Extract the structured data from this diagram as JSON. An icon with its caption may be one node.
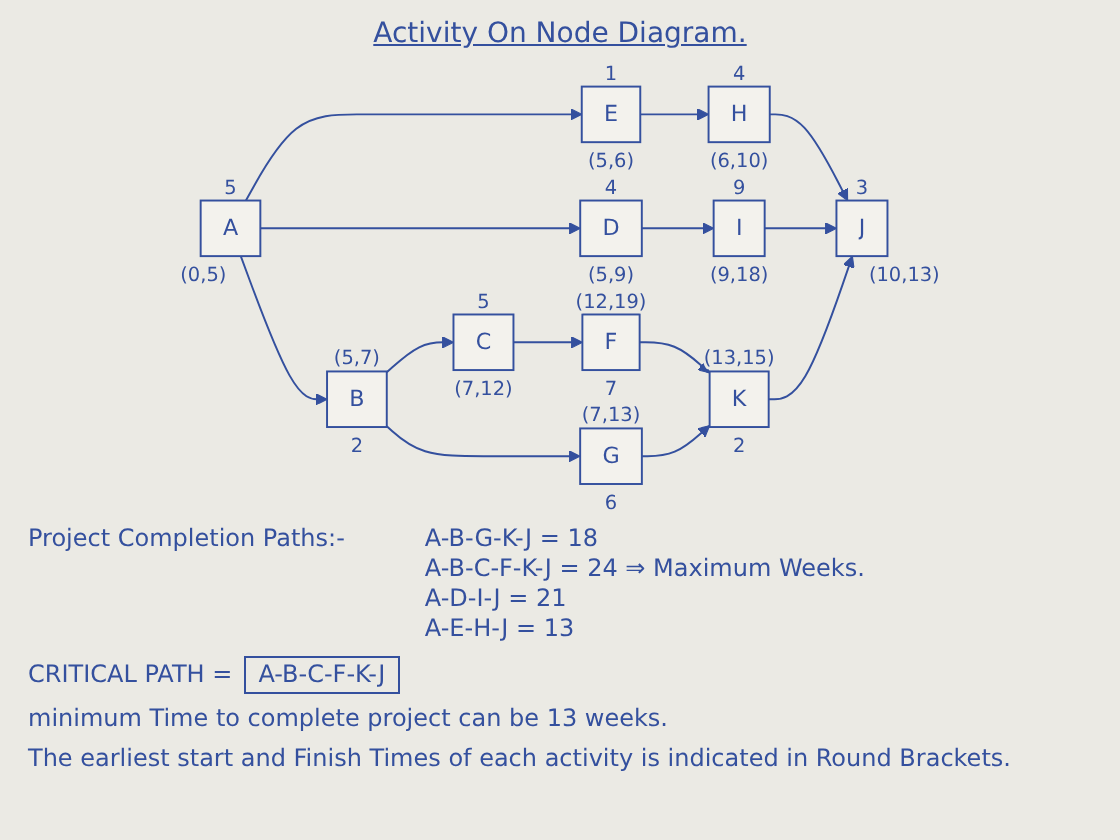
{
  "diagram": {
    "title": "Activity On Node Diagram.",
    "nodes": [
      {
        "text": [
          "A"
        ],
        "beside": [
          "5",
          "(0,5)"
        ]
      },
      {
        "text": [
          "B"
        ],
        "beside": [
          "(5,7)",
          "2"
        ]
      },
      {
        "text": [
          "C"
        ],
        "beside": [
          "5",
          "(7,12)"
        ]
      },
      {
        "text": [
          "D"
        ],
        "beside": [
          "4",
          "(5,9)"
        ]
      },
      {
        "text": [
          "E"
        ],
        "beside": [
          "1",
          "(5,6)"
        ]
      },
      {
        "text": [
          "F"
        ],
        "beside": [
          "(12,19)",
          "7"
        ]
      },
      {
        "text": [
          "G"
        ],
        "beside": [
          "(7,13)",
          "6"
        ]
      },
      {
        "text": [
          "H"
        ],
        "beside": [
          "4",
          "(6,10)"
        ]
      },
      {
        "text": [
          "I"
        ],
        "beside": [
          "9",
          "(9,18)"
        ]
      },
      {
        "text": [
          "K"
        ],
        "beside": [
          "(13,15)",
          "2"
        ]
      },
      {
        "text": [
          "J"
        ],
        "beside": [
          "3",
          "(10,13)"
        ]
      }
    ],
    "edges": [
      {
        "from": 0,
        "to": 1,
        "arrow": "to"
      },
      {
        "from": 0,
        "to": 3,
        "arrow": "to"
      },
      {
        "from": 0,
        "to": 4,
        "arrow": "to"
      },
      {
        "from": 1,
        "to": 2,
        "arrow": "to"
      },
      {
        "from": 1,
        "to": 6,
        "arrow": "to"
      },
      {
        "from": 2,
        "to": 5,
        "arrow": "to"
      },
      {
        "from": 3,
        "to": 8,
        "arrow": "to"
      },
      {
        "from": 4,
        "to": 7,
        "arrow": "to"
      },
      {
        "from": 5,
        "to": 9,
        "arrow": "to"
      },
      {
        "from": 6,
        "to": 9,
        "arrow": "to"
      },
      {
        "from": 7,
        "to": 10,
        "arrow": "to"
      },
      {
        "from": 8,
        "to": 10,
        "arrow": "to"
      },
      {
        "from": 9,
        "to": 10,
        "arrow": "to"
      }
    ],
    "labels": [
      "Project Completion Paths:-",
      "A-B-G-K-J = 18",
      "A-B-C-F-K-J = 24 ⇒ Maximum Weeks.",
      "A-D-I-J = 21",
      "A-E-H-J = 13",
      "CRITICAL PATH =",
      "A-B-C-F-K-J",
      "minimum Time to complete project can be 13 weeks.",
      "The earliest start and Finish Times of each activity is indicated in Round Brackets."
    ]
  }
}
